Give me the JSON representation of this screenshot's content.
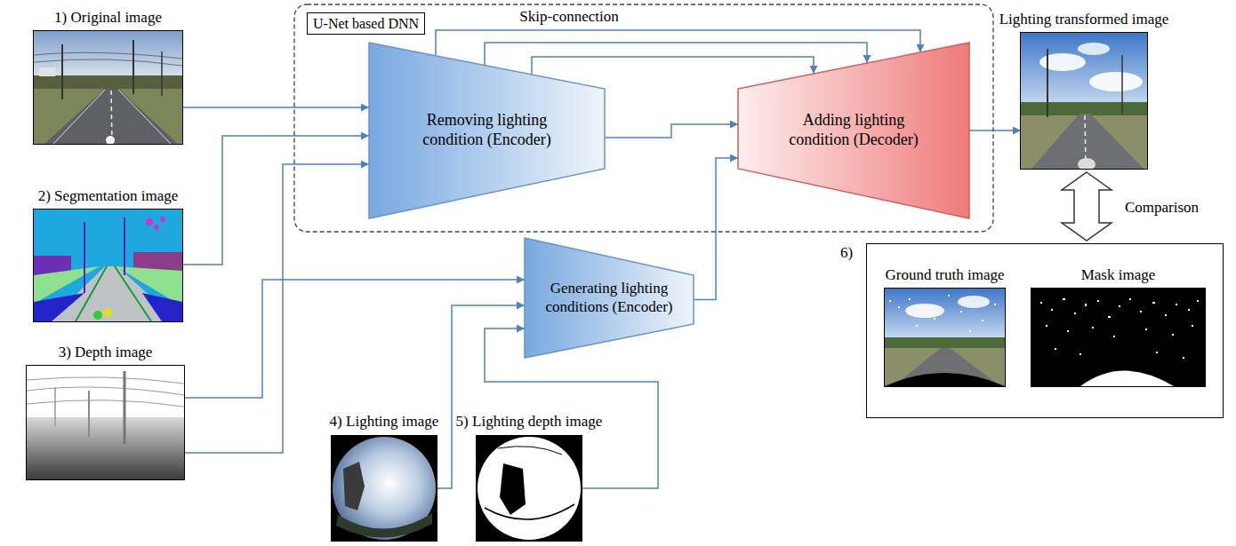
{
  "diagram": {
    "nodes": [
      {
        "text": [
          "U-Net based DNN"
        ]
      },
      {
        "text": [
          "1) Original image"
        ]
      },
      {
        "text": [
          "2) Segmentation image"
        ]
      },
      {
        "text": [
          "3) Depth image"
        ]
      },
      {
        "text": [
          "Removing lighting condition (Encoder)"
        ],
        "in": 0
      },
      {
        "text": [
          "Adding lighting condition (Decoder)"
        ],
        "in": 0
      },
      {
        "text": [
          "Generating lighting conditions (Encoder)"
        ]
      },
      {
        "text": [
          "4) Lighting image"
        ]
      },
      {
        "text": [
          "5) Lighting depth image"
        ]
      },
      {
        "text": [
          "Lighting transformed image"
        ]
      },
      {
        "text": [
          "6)"
        ]
      },
      {
        "text": [
          "Ground truth image"
        ],
        "in": 10
      },
      {
        "text": [
          "Mask image"
        ],
        "in": 10
      }
    ],
    "edges": [
      {
        "from": 1,
        "to": 4,
        "arrow": "to"
      },
      {
        "from": 2,
        "to": 4,
        "arrow": "to"
      },
      {
        "from": 3,
        "to": 4,
        "arrow": "to"
      },
      {
        "from": 3,
        "to": 6,
        "arrow": "to"
      },
      {
        "from": 7,
        "to": 6,
        "arrow": "to"
      },
      {
        "from": 8,
        "to": 6,
        "arrow": "to"
      },
      {
        "from": 4,
        "to": 5,
        "arrow": "to"
      },
      {
        "from": 4,
        "to": 5,
        "label": "Skip-connection",
        "arrow": "to"
      },
      {
        "from": 4,
        "to": 5,
        "arrow": "to"
      },
      {
        "from": 4,
        "to": 5,
        "arrow": "to"
      },
      {
        "from": 6,
        "to": 5,
        "arrow": "to"
      },
      {
        "from": 5,
        "to": 9,
        "arrow": "to"
      },
      {
        "from": 9,
        "to": 10,
        "label": "Comparison",
        "arrow": "both"
      }
    ]
  }
}
